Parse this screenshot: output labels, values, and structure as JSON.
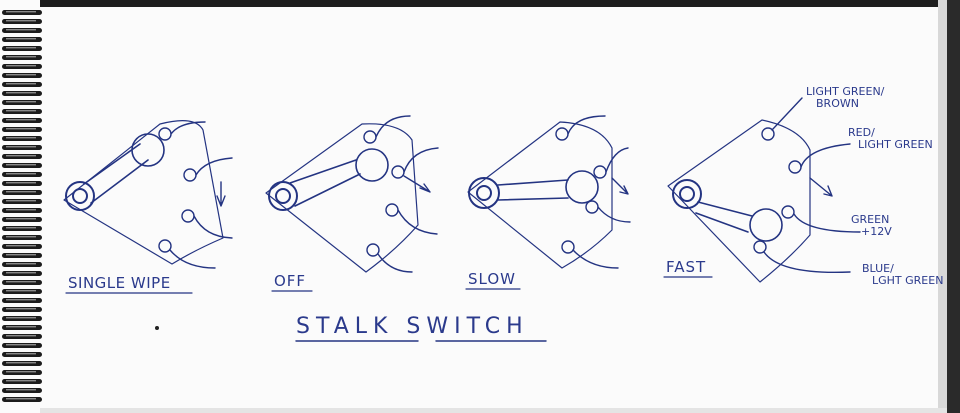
{
  "diagram": {
    "title": "STALK SWITCH",
    "positions": [
      {
        "label": "SINGLE WIPE"
      },
      {
        "label": "OFF"
      },
      {
        "label": "SLOW"
      },
      {
        "label": "FAST"
      }
    ],
    "wires": [
      {
        "label": "LIGHT GREEN/\nBROWN"
      },
      {
        "label": "RED/\nLIGHT GREEN"
      },
      {
        "label": "GREEN\n+12V"
      },
      {
        "label": "BLUE/\nLGHT GREEN"
      }
    ]
  },
  "colors": {
    "ink": "#243482",
    "paper": "#ffffff",
    "binding": "#1c1c1c"
  }
}
